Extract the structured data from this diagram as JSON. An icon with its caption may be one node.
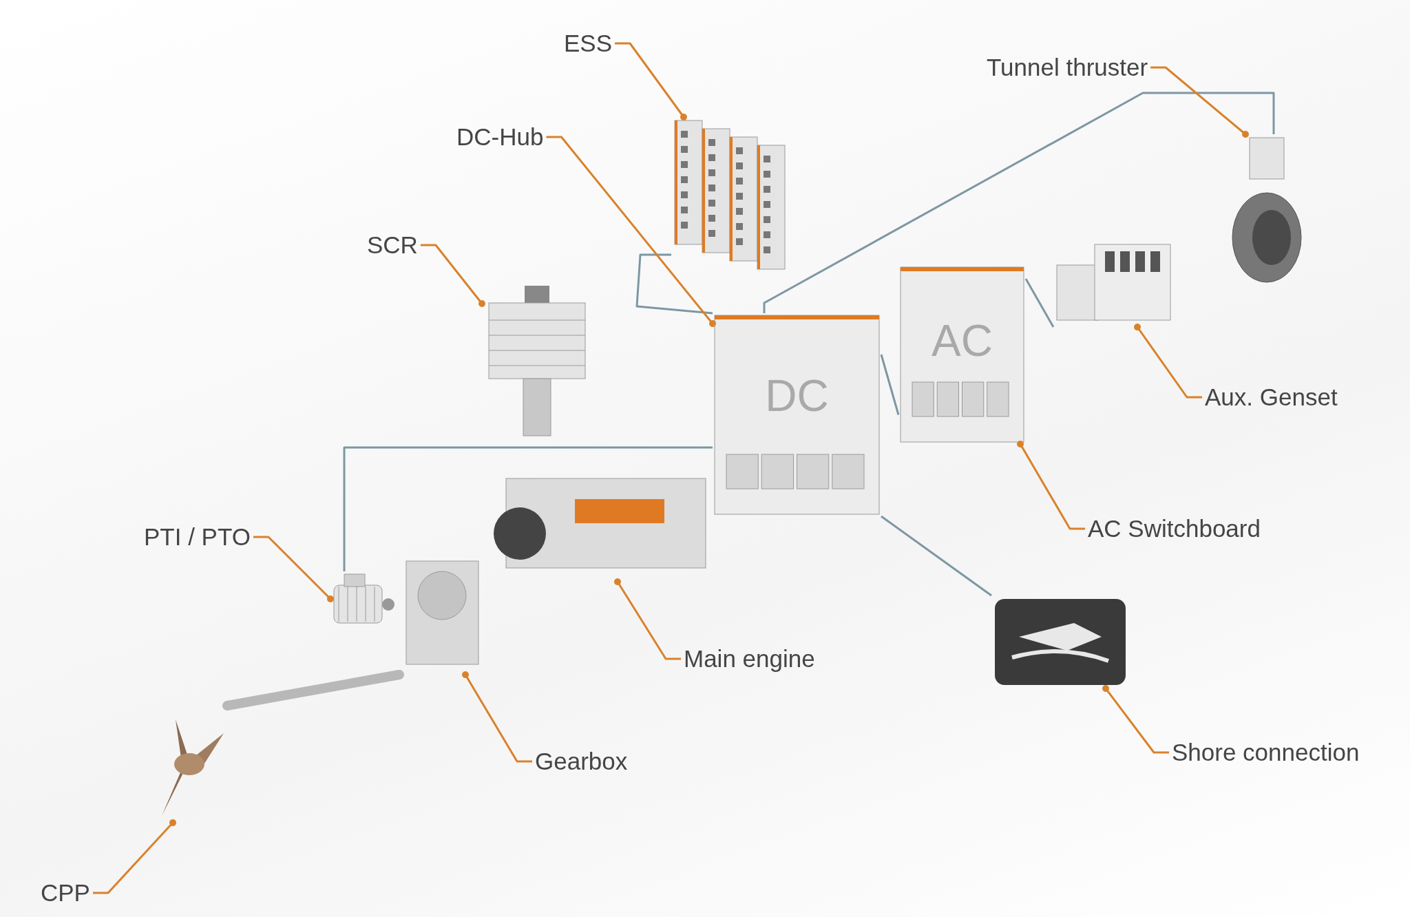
{
  "diagram": {
    "nodes": [
      {
        "text": [
          "ESS"
        ]
      },
      {
        "text": [],
        "shape": "picture"
      },
      {
        "text": [
          "Tunnel thruster"
        ]
      },
      {
        "text": [],
        "shape": "picture"
      },
      {
        "text": [
          "DC-Hub"
        ]
      },
      {
        "text": [
          "DC"
        ]
      },
      {
        "text": [
          "SCR"
        ]
      },
      {
        "text": [],
        "shape": "picture"
      },
      {
        "text": [
          "Aux. Genset"
        ]
      },
      {
        "text": [],
        "shape": "picture"
      },
      {
        "text": [
          "AC Switchboard"
        ]
      },
      {
        "text": [
          "AC"
        ]
      },
      {
        "text": [
          "PTI / PTO"
        ]
      },
      {
        "text": [],
        "shape": "picture"
      },
      {
        "text": [
          "Main engine"
        ]
      },
      {
        "text": [],
        "shape": "picture"
      },
      {
        "text": [
          "Shore connection"
        ]
      },
      {
        "text": [],
        "shape": "picture"
      },
      {
        "text": [
          "Gearbox"
        ]
      },
      {
        "text": [],
        "shape": "picture"
      },
      {
        "text": [
          "CPP"
        ]
      },
      {
        "text": [],
        "shape": "picture"
      }
    ],
    "edges": [
      {
        "from": 0,
        "to": 1,
        "arrow": "other"
      },
      {
        "from": 2,
        "to": 3,
        "arrow": "other"
      },
      {
        "from": 4,
        "to": 5,
        "arrow": "other"
      },
      {
        "from": 6,
        "to": 7,
        "arrow": "other"
      },
      {
        "from": 8,
        "to": 9,
        "arrow": "other"
      },
      {
        "from": 10,
        "to": 11,
        "arrow": "other"
      },
      {
        "from": 12,
        "to": 13,
        "arrow": "other"
      },
      {
        "from": 14,
        "to": 15,
        "arrow": "other"
      },
      {
        "from": 16,
        "to": 17,
        "arrow": "other"
      },
      {
        "from": 18,
        "to": 19,
        "arrow": "other"
      },
      {
        "from": 20,
        "to": 21,
        "arrow": "other"
      },
      {
        "from": 5,
        "to": 1,
        "arrow": "none",
        "color": "#7d97a3"
      },
      {
        "from": 5,
        "to": 3,
        "arrow": "none",
        "color": "#7d97a3"
      },
      {
        "from": 5,
        "to": 13,
        "arrow": "none",
        "color": "#7d97a3"
      },
      {
        "from": 5,
        "to": 11,
        "arrow": "none",
        "color": "#7d97a3"
      },
      {
        "from": 5,
        "to": 17,
        "arrow": "none",
        "color": "#7d97a3"
      },
      {
        "from": 11,
        "to": 9,
        "arrow": "none",
        "color": "#7d97a3"
      },
      {
        "from": 19,
        "to": 21,
        "arrow": "none",
        "style": "thick",
        "color": "#b8b8b8"
      }
    ]
  }
}
